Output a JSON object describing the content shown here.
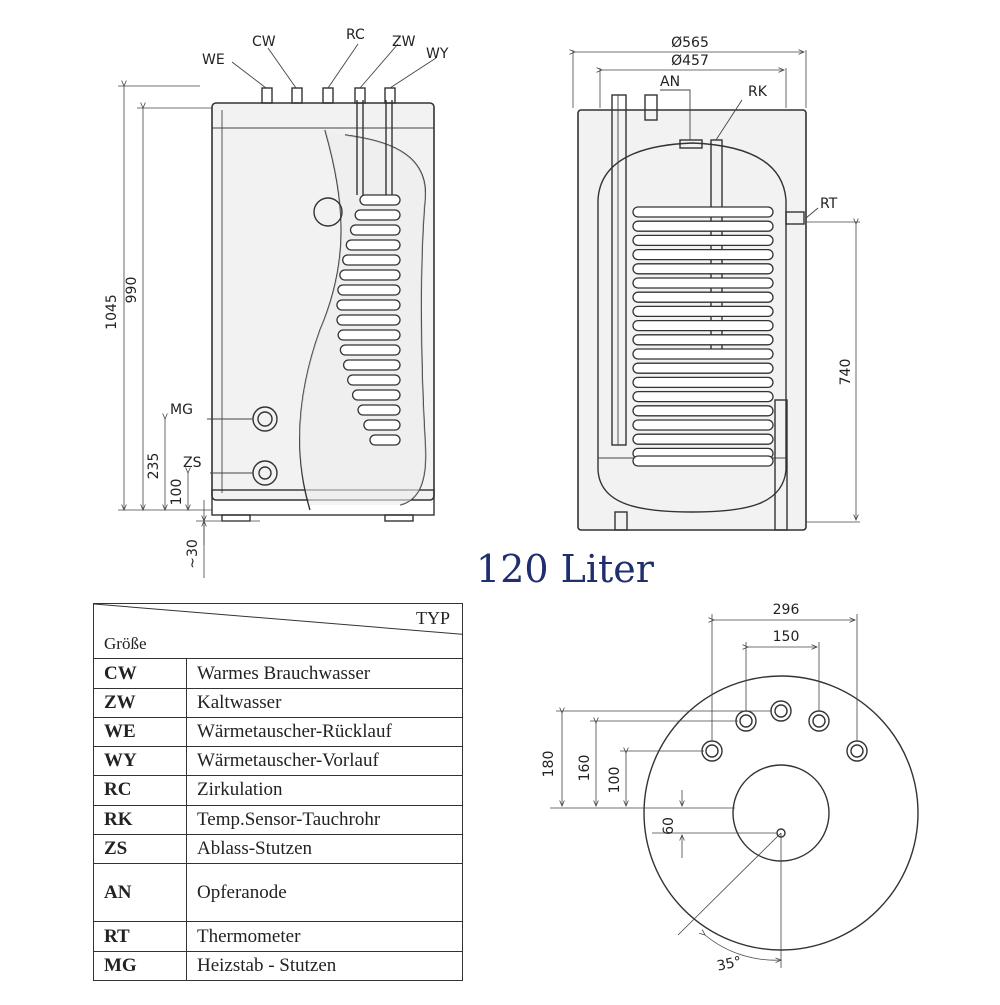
{
  "side_view": {
    "connections": [
      "WE",
      "CW",
      "RC",
      "ZW",
      "WY"
    ],
    "side_ports": [
      "MG",
      "ZS"
    ],
    "dims": [
      "1045",
      "990",
      "235",
      "100",
      "~30"
    ]
  },
  "front_view": {
    "top_dims": [
      "Ø565",
      "Ø457"
    ],
    "ports": [
      "AN",
      "RK",
      "RT"
    ],
    "dims": [
      "740"
    ]
  },
  "top_view": {
    "dims": [
      "296",
      "150",
      "180",
      "160",
      "100",
      "60",
      "35°"
    ]
  },
  "caption": "120 Liter",
  "legend": {
    "header_type": "TYP",
    "header_size": "Größe",
    "rows": [
      {
        "code": "CW",
        "desc": "Warmes Brauchwasser"
      },
      {
        "code": "ZW",
        "desc": "Kaltwasser"
      },
      {
        "code": "WE",
        "desc": "Wärmetauscher-Rücklauf"
      },
      {
        "code": "WY",
        "desc": "Wärmetauscher-Vorlauf"
      },
      {
        "code": "RC",
        "desc": "Zirkulation"
      },
      {
        "code": "RK",
        "desc": "Temp.Sensor-Tauchrohr"
      },
      {
        "code": "ZS",
        "desc": "Ablass-Stutzen"
      },
      {
        "code": "AN",
        "desc": "Opferanode"
      },
      {
        "code": "RT",
        "desc": "Thermometer"
      },
      {
        "code": "MG",
        "desc": "Heizstab - Stutzen"
      }
    ]
  },
  "colors": {
    "caption": "#1f2f6e",
    "line": "#333333"
  }
}
